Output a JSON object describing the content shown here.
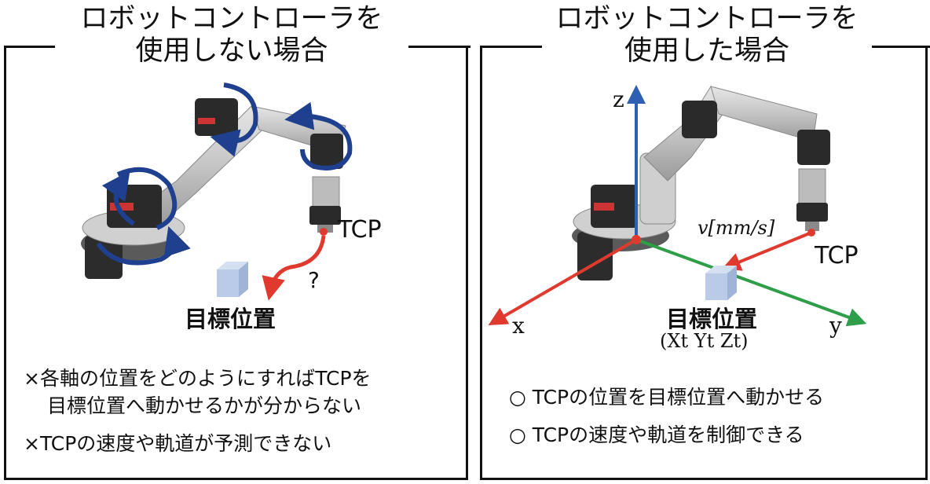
{
  "left": {
    "title_line1": "ロボットコントローラを",
    "title_line2": "使用しない場合",
    "tcp_label": "TCP",
    "question": "?",
    "target_label": "目標位置",
    "note1_line1": "×各軸の位置をどのようにすればTCPを",
    "note1_line2": "目標位置へ動かせるかが分からない",
    "note2": "×TCPの速度や軌道が予測できない"
  },
  "right": {
    "title_line1": "ロボットコントローラを",
    "title_line2": "使用した場合",
    "axis_z": "z",
    "axis_x": "x",
    "axis_y": "y",
    "velocity_label": "v[mm/s]",
    "tcp_label": "TCP",
    "target_label": "目標位置",
    "target_coords": "(Xt Yt Zt)",
    "bullet1": "○ TCPの位置を目標位置へ動かせる",
    "bullet2": "○ TCPの速度や軌道を制御できる"
  },
  "colors": {
    "rotation_arrow": "#1f3f8f",
    "path_arrow": "#e03a2f",
    "axis_x": "#e03a2f",
    "axis_y": "#2e9e48",
    "axis_z": "#2f5fb3",
    "target_cube": "#b9cbe6"
  }
}
